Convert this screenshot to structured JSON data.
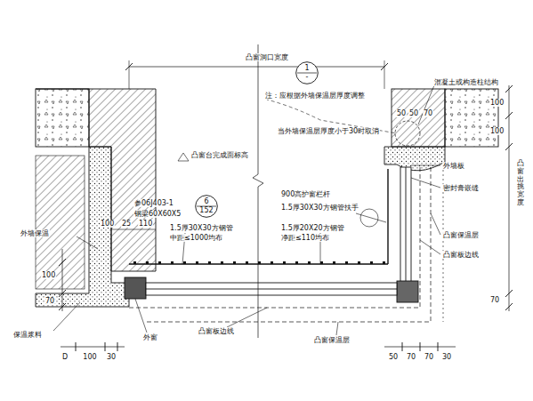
{
  "diagram": {
    "nodes": [
      {
        "text": [
          "1",
          "-"
        ]
      },
      {
        "text": [
          "6",
          "152"
        ]
      }
    ],
    "labels": [
      "凸窗洞口宽度",
      "注：应根据外墙保温层厚度调整",
      "混凝土或构造柱结构",
      "当外墙保温层厚度小于30时取消",
      "50",
      "50",
      "70",
      "100",
      "100",
      "凸窗台完成面标高",
      "参06J403-1",
      "钢梁60X60X5",
      "900高护窗栏杆",
      "1.5厚30X30方钢管扶手",
      "1.5厚20X20方钢管",
      "净距≤110均布",
      "1.5厚30X30方钢管",
      "中距≤1000均布",
      "100",
      "25",
      "110",
      "外墙保温",
      "100",
      "70",
      "保温浆料",
      "D",
      "100",
      "30",
      "外窗",
      "凸窗板边线",
      "凸窗保温层",
      "外墙板",
      "密封膏嵌缝",
      "凸窗保温层",
      "凸窗板边线",
      "凸窗出挑宽度",
      "70",
      "50",
      "70",
      "70",
      "30"
    ]
  }
}
